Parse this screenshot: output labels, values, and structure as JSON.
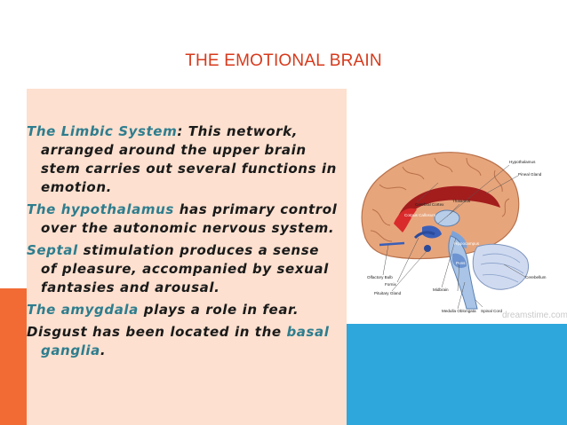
{
  "slide": {
    "title": "THE EMOTIONAL BRAIN",
    "colors": {
      "title": "#d73a1c",
      "highlight": "#2e7d8e",
      "panel": "#fde0cf",
      "orange_accent": "#f26b35",
      "blue_accent": "#2ea7dc"
    }
  },
  "bullets": [
    {
      "highlight": "The Limbic System",
      "separator": ": ",
      "text": "This network, arranged around the upper brain stem carries out several functions in emotion."
    },
    {
      "highlight": "The hypothalamus",
      "separator": " ",
      "text": "has primary control over the autonomic nervous system."
    },
    {
      "highlight": "Septal",
      "separator": " ",
      "text": "stimulation produces a sense of pleasure, accompanied by sexual fantasies and arousal."
    },
    {
      "highlight": "The amygdala",
      "separator": " ",
      "text": "plays a role in fear."
    },
    {
      "lead": "Disgust has been located in the ",
      "highlight": "basal ganglia",
      "trail": "."
    }
  ],
  "diagram": {
    "labels": {
      "hypothalamus": "Hypothalamus",
      "pineal": "Pineal Gland",
      "cerebral_cortex": "Cerebral Cortex",
      "corpus_callosum": "Corpus Callosum",
      "thalamus": "Thalamus",
      "hippocampus": "Hippocampus",
      "olfactory": "Olfactory Bulb",
      "fornix": "Fornix",
      "pituitary": "Pituitary Gland",
      "midbrain": "Midbrain",
      "pons": "Pons",
      "cerebellum": "Cerebellum",
      "medulla": "Medulla Oblongata",
      "spinal": "Spinal Cord"
    },
    "watermark": "dreamstime.com"
  }
}
